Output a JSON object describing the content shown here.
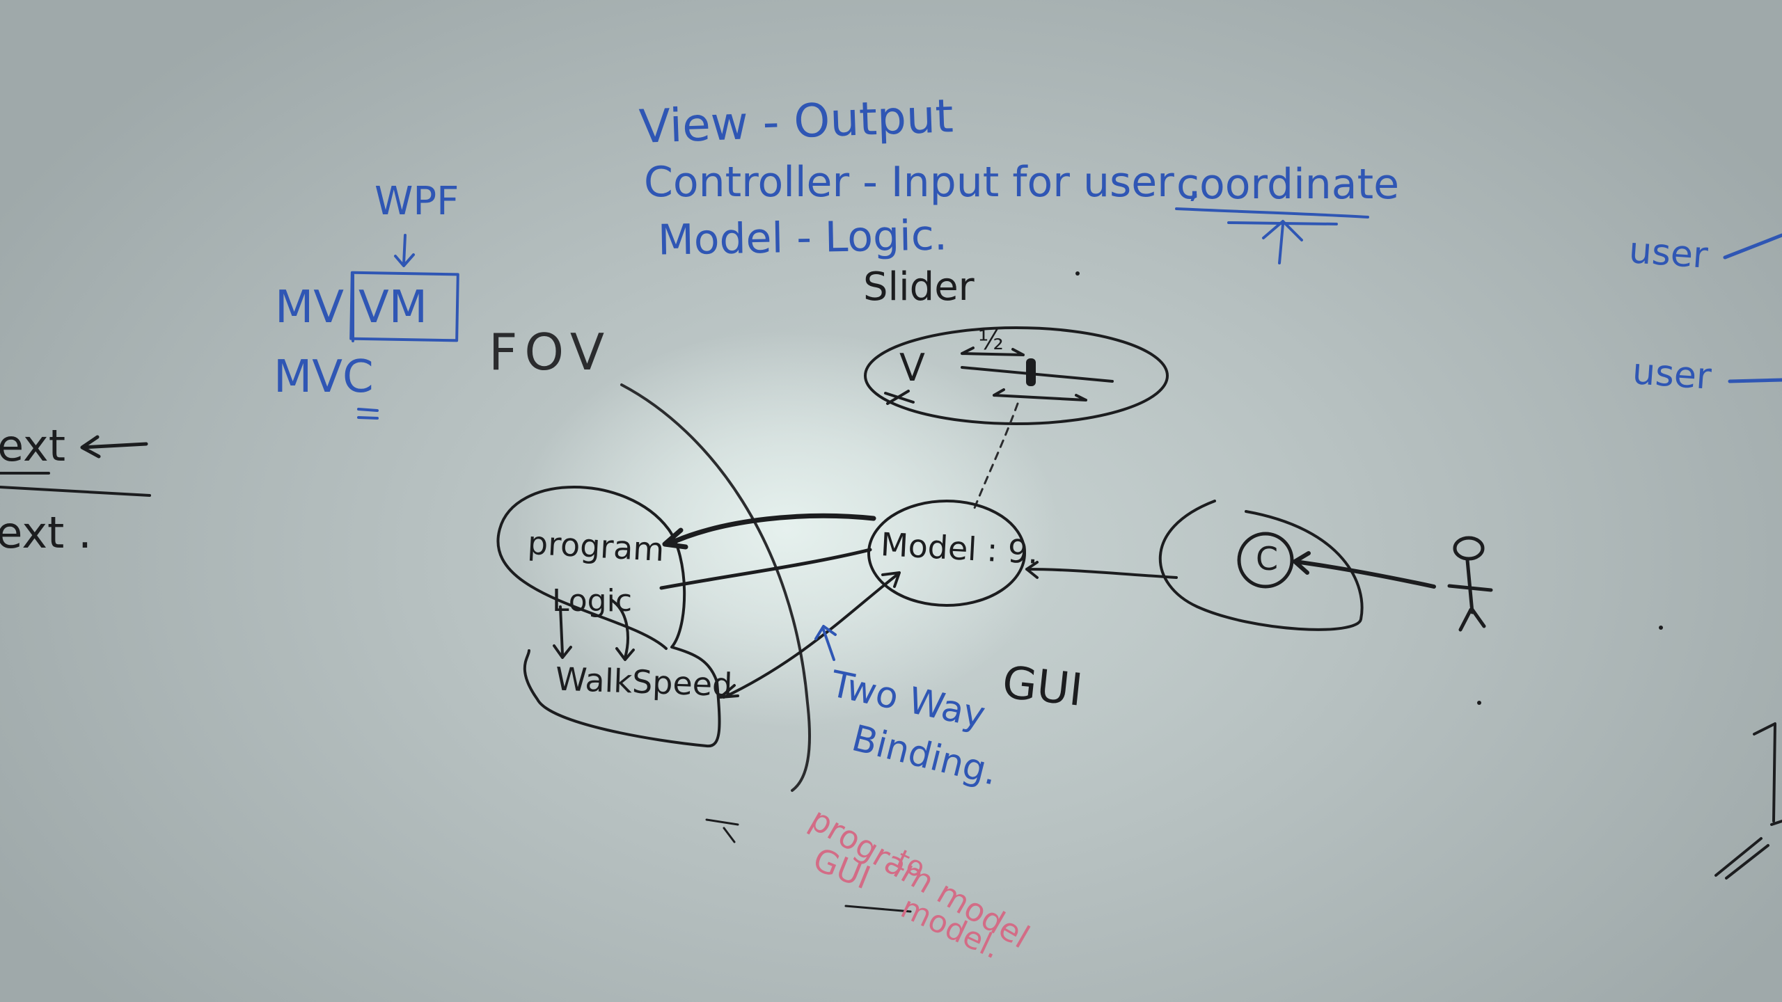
{
  "colors": {
    "board": "#c4cfce",
    "marker_blue": "#2f56b4",
    "marker_black": "#1c1d1f",
    "marker_pink": "#d36c86"
  },
  "notes": {
    "view_output": "View - Output",
    "controller_input": "Controller - Input for user ,",
    "coordinate": "coordinate",
    "model_logic": "Model - Logic.",
    "wpf": "WPF",
    "mv": "MV",
    "vm": "VM",
    "mvc": "MVC",
    "text_arrow": "ext",
    "text_dot": "text .",
    "user_1": "user",
    "user_2": "user"
  },
  "diagram": {
    "fov": "FOV",
    "slider": "Slider",
    "slider_v": "V",
    "slider_fraction": "½",
    "program": "program",
    "logic": "Logic",
    "walkspeed": "WalkSpeed",
    "model_value": "Model : 9.",
    "controller_c": "C",
    "gui": "GUI",
    "two_way": "Two Way",
    "binding": "Binding.",
    "pink_program_model": "program model",
    "pink_to": "to",
    "pink_gui": "GUI",
    "pink_model": "model."
  }
}
